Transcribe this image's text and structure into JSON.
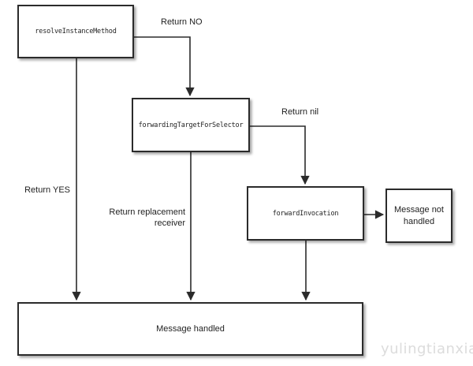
{
  "nodes": {
    "resolve_instance_method": {
      "label": "resolveInstanceMethod"
    },
    "forwarding_target_for_selector": {
      "label": "forwardingTargetForSelector"
    },
    "forward_invocation": {
      "label": "forwardInvocation"
    },
    "message_not_handled": {
      "label": "Message not handled"
    },
    "message_handled": {
      "label": "Message handled"
    }
  },
  "edges": {
    "return_no": {
      "label": "Return NO"
    },
    "return_yes": {
      "label": "Return YES"
    },
    "return_nil": {
      "label": "Return nil"
    },
    "return_replacement_receiver": {
      "label": "Return replacement receiver"
    }
  },
  "watermark": {
    "text": "yulingtianxia"
  },
  "colors": {
    "background": "#ffffff",
    "line": "#2b2b2b",
    "box_border": "#2b2b2b",
    "text": "#1f1f1f",
    "watermark": "#dcdcdc"
  }
}
